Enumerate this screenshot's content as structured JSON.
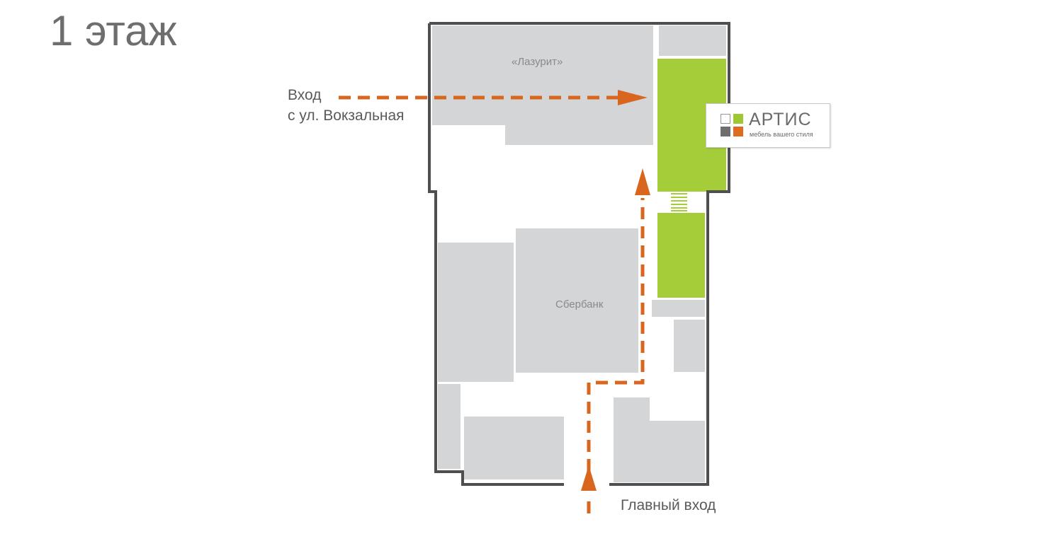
{
  "floor_title": "1 этаж",
  "entrances": {
    "side_line1": "Вход",
    "side_line2": "с ул. Вокзальная",
    "main": "Главный вход"
  },
  "rooms": {
    "lazurit": "«Лазурит»",
    "sberbank": "Сбербанк"
  },
  "tenant_logo": {
    "name": "АРТИС",
    "tagline": "мебель вашего стиля"
  },
  "colors": {
    "wall": "#4f4f4f",
    "room": "#d4d5d6",
    "highlight": "#a5cd39",
    "route": "#d9661f",
    "background": "#ffffff"
  }
}
